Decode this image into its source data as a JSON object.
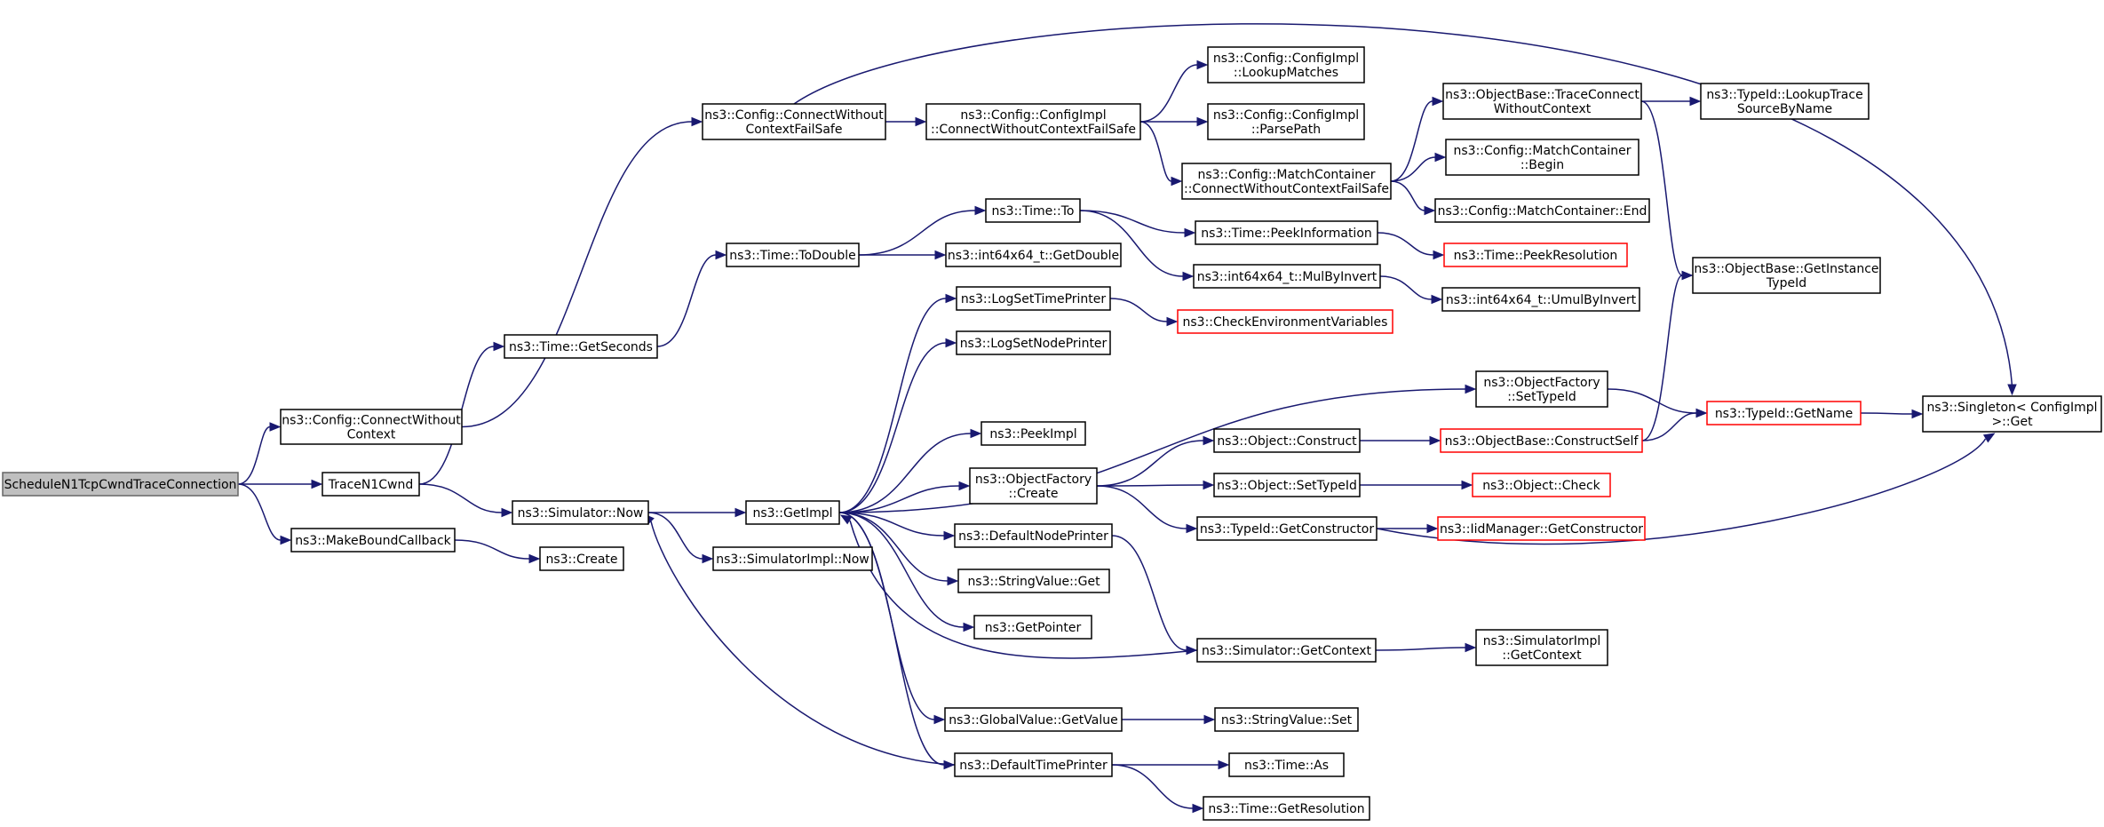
{
  "colors": {
    "edge": "#191970",
    "border": "#000000",
    "truncated_border": "#ff0000",
    "root_fill": "#bfbfbf"
  },
  "nodes": [
    {
      "id": "root",
      "lines": [
        "ScheduleN1TcpCwndTraceConnection"
      ],
      "style": "root"
    },
    {
      "id": "cfg_connect",
      "lines": [
        "ns3::Config::ConnectWithout",
        "Context"
      ]
    },
    {
      "id": "trace_n1",
      "lines": [
        "TraceN1Cwnd"
      ]
    },
    {
      "id": "make_bound",
      "lines": [
        "ns3::MakeBoundCallback"
      ]
    },
    {
      "id": "cfg_failsafe",
      "lines": [
        "ns3::Config::ConnectWithout",
        "ContextFailSafe"
      ]
    },
    {
      "id": "time_getsec",
      "lines": [
        "ns3::Time::GetSeconds"
      ]
    },
    {
      "id": "sim_now",
      "lines": [
        "ns3::Simulator::Now"
      ]
    },
    {
      "id": "create",
      "lines": [
        "ns3::Create"
      ]
    },
    {
      "id": "time_todouble",
      "lines": [
        "ns3::Time::ToDouble"
      ]
    },
    {
      "id": "getimpl",
      "lines": [
        "ns3::GetImpl"
      ]
    },
    {
      "id": "simimpl_now",
      "lines": [
        "ns3::SimulatorImpl::Now"
      ]
    },
    {
      "id": "cfgimpl_cwcfs",
      "lines": [
        "ns3::Config::ConfigImpl",
        "::ConnectWithoutContextFailSafe"
      ]
    },
    {
      "id": "time_to",
      "lines": [
        "ns3::Time::To"
      ]
    },
    {
      "id": "i64_getdouble",
      "lines": [
        "ns3::int64x64_t::GetDouble"
      ]
    },
    {
      "id": "log_time_printer",
      "lines": [
        "ns3::LogSetTimePrinter"
      ]
    },
    {
      "id": "log_node_printer",
      "lines": [
        "ns3::LogSetNodePrinter"
      ]
    },
    {
      "id": "peekimpl",
      "lines": [
        "ns3::PeekImpl"
      ]
    },
    {
      "id": "objfactory_create",
      "lines": [
        "ns3::ObjectFactory",
        "::Create"
      ]
    },
    {
      "id": "default_node_printer",
      "lines": [
        "ns3::DefaultNodePrinter"
      ]
    },
    {
      "id": "stringvalue_get",
      "lines": [
        "ns3::StringValue::Get"
      ]
    },
    {
      "id": "getpointer",
      "lines": [
        "ns3::GetPointer"
      ]
    },
    {
      "id": "globalvalue_getvalue",
      "lines": [
        "ns3::GlobalValue::GetValue"
      ]
    },
    {
      "id": "default_time_printer",
      "lines": [
        "ns3::DefaultTimePrinter"
      ]
    },
    {
      "id": "cfgimpl_lookup",
      "lines": [
        "ns3::Config::ConfigImpl",
        "::LookupMatches"
      ]
    },
    {
      "id": "cfgimpl_parsepath",
      "lines": [
        "ns3::Config::ConfigImpl",
        "::ParsePath"
      ]
    },
    {
      "id": "mc_cwcfs",
      "lines": [
        "ns3::Config::MatchContainer",
        "::ConnectWithoutContextFailSafe"
      ]
    },
    {
      "id": "time_peekinfo",
      "lines": [
        "ns3::Time::PeekInformation"
      ]
    },
    {
      "id": "i64_mulbyinvert",
      "lines": [
        "ns3::int64x64_t::MulByInvert"
      ]
    },
    {
      "id": "check_env",
      "lines": [
        "ns3::CheckEnvironmentVariables"
      ],
      "style": "trunc"
    },
    {
      "id": "obj_construct",
      "lines": [
        "ns3::Object::Construct"
      ]
    },
    {
      "id": "obj_settypeid",
      "lines": [
        "ns3::Object::SetTypeId"
      ]
    },
    {
      "id": "typeid_getconstructor",
      "lines": [
        "ns3::TypeId::GetConstructor"
      ]
    },
    {
      "id": "sim_getcontext",
      "lines": [
        "ns3::Simulator::GetContext"
      ]
    },
    {
      "id": "stringvalue_set",
      "lines": [
        "ns3::StringValue::Set"
      ]
    },
    {
      "id": "time_as",
      "lines": [
        "ns3::Time::As"
      ]
    },
    {
      "id": "time_getresolution",
      "lines": [
        "ns3::Time::GetResolution"
      ]
    },
    {
      "id": "objbase_tcwc",
      "lines": [
        "ns3::ObjectBase::TraceConnect",
        "WithoutContext"
      ]
    },
    {
      "id": "mc_begin",
      "lines": [
        "ns3::Config::MatchContainer",
        "::Begin"
      ]
    },
    {
      "id": "mc_end",
      "lines": [
        "ns3::Config::MatchContainer::End"
      ]
    },
    {
      "id": "time_peekres",
      "lines": [
        "ns3::Time::PeekResolution"
      ],
      "style": "trunc"
    },
    {
      "id": "i64_umulbyinvert",
      "lines": [
        "ns3::int64x64_t::UmulByInvert"
      ]
    },
    {
      "id": "objfactory_settypeid",
      "lines": [
        "ns3::ObjectFactory",
        "::SetTypeId"
      ]
    },
    {
      "id": "objbase_constructself",
      "lines": [
        "ns3::ObjectBase::ConstructSelf"
      ],
      "style": "trunc"
    },
    {
      "id": "obj_check",
      "lines": [
        "ns3::Object::Check"
      ],
      "style": "trunc"
    },
    {
      "id": "iidmanager_getconstructor",
      "lines": [
        "ns3::IidManager::GetConstructor"
      ],
      "style": "trunc"
    },
    {
      "id": "simimpl_getcontext",
      "lines": [
        "ns3::SimulatorImpl",
        "::GetContext"
      ]
    },
    {
      "id": "typeid_lookuptrace",
      "lines": [
        "ns3::TypeId::LookupTrace",
        "SourceByName"
      ]
    },
    {
      "id": "objbase_getinstancetypeid",
      "lines": [
        "ns3::ObjectBase::GetInstance",
        "TypeId"
      ]
    },
    {
      "id": "typeid_getname",
      "lines": [
        "ns3::TypeId::GetName"
      ],
      "style": "trunc"
    },
    {
      "id": "singleton_get",
      "lines": [
        "ns3::Singleton< ConfigImpl",
        " >::Get"
      ]
    }
  ]
}
